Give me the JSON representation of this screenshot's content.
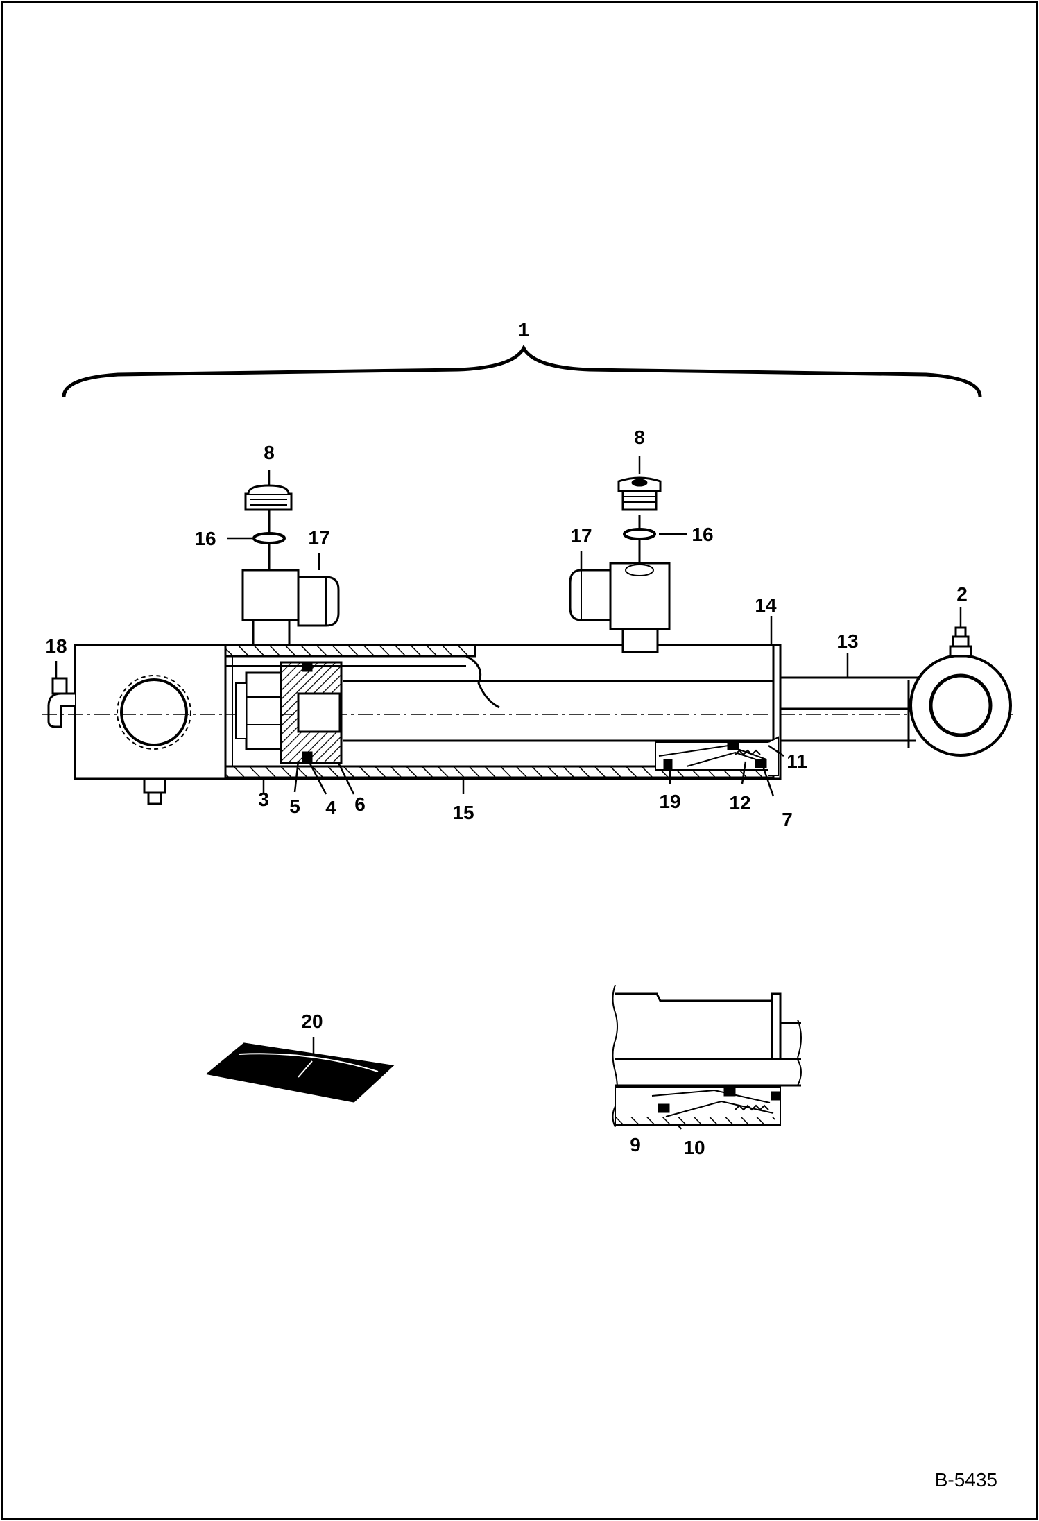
{
  "diagram": {
    "callouts": {
      "c1": "1",
      "c2": "2",
      "c3": "3",
      "c4": "4",
      "c5": "5",
      "c6": "6",
      "c7": "7",
      "c8a": "8",
      "c8b": "8",
      "c9": "9",
      "c10": "10",
      "c11": "11",
      "c12": "12",
      "c13": "13",
      "c14": "14",
      "c15": "15",
      "c16a": "16",
      "c16b": "16",
      "c17a": "17",
      "c17b": "17",
      "c18": "18",
      "c19": "19",
      "c20": "20"
    },
    "figure_id": "B-5435"
  }
}
